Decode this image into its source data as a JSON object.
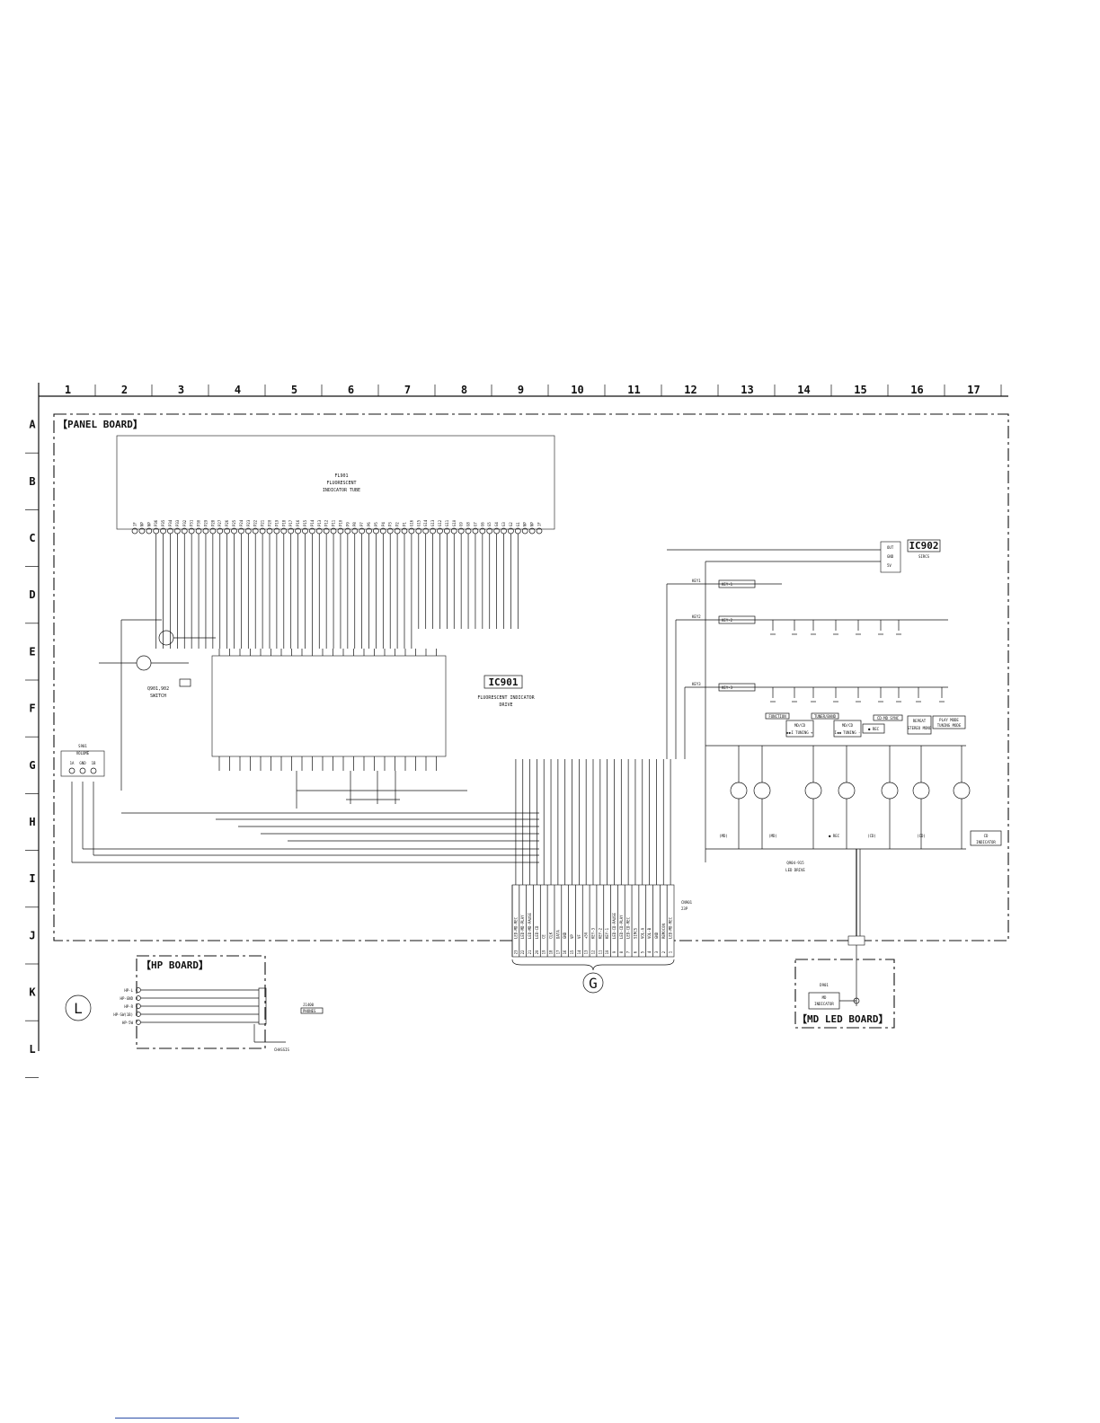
{
  "grid": {
    "columns": [
      "1",
      "2",
      "3",
      "4",
      "5",
      "6",
      "7",
      "8",
      "9",
      "10",
      "11",
      "12",
      "13",
      "14",
      "15",
      "16",
      "17"
    ],
    "rows": [
      "A",
      "B",
      "C",
      "D",
      "E",
      "F",
      "G",
      "H",
      "I",
      "J",
      "K",
      "L"
    ]
  },
  "boards": {
    "panel": "【PANEL BOARD】",
    "hp": "【HP BOARD】",
    "md_led": "【MD LED BOARD】"
  },
  "fl901": {
    "ref": "FL901",
    "desc1": "FLUORESCENT",
    "desc2": "INDICATOR TUBE",
    "pins": [
      "1F",
      "NP",
      "NP",
      "P36",
      "P35",
      "P34",
      "P33",
      "P32",
      "P31",
      "P30",
      "P29",
      "P28",
      "P27",
      "P26",
      "P25",
      "P24",
      "P23",
      "P22",
      "P21",
      "P20",
      "P19",
      "P18",
      "P17",
      "P16",
      "P15",
      "P14",
      "P13",
      "P12",
      "P11",
      "P10",
      "P9",
      "P8",
      "P7",
      "P6",
      "P5",
      "P4",
      "P3",
      "P2",
      "P1",
      "G16",
      "G15",
      "G14",
      "G13",
      "G12",
      "G11",
      "G10",
      "G9",
      "G8",
      "G7",
      "G6",
      "G5",
      "G4",
      "G3",
      "G2",
      "G1",
      "NP",
      "NP",
      "1F"
    ]
  },
  "ic901": {
    "name": "IC901",
    "desc1": "FLUORESCENT INDICATOR",
    "desc2": "DRIVE"
  },
  "ic902": {
    "name": "IC902",
    "desc": "SIRCS",
    "pins": [
      "OUT",
      "GND",
      "5V"
    ]
  },
  "q901": {
    "label1": "Q901,902",
    "label2": "SWITCH"
  },
  "volume": {
    "ref": "S901",
    "name": "VOLUME",
    "pins": [
      "1A",
      "GND",
      "1B"
    ]
  },
  "keys": {
    "lines": [
      "KEY1",
      "KEY2",
      "KEY3"
    ],
    "tags": [
      "KEY-1",
      "KEY-2",
      "KEY-3"
    ]
  },
  "key_buttons": [
    {
      "label1": "MD/CD",
      "label2": "▶▶I TUNING +"
    },
    {
      "label1": "MD/CD",
      "label2": "I◀◀ TUNING -"
    },
    {
      "label1": "● REC",
      "label2": ""
    },
    {
      "label1": "REPEAT",
      "label2": "STEREO MONO"
    },
    {
      "label1": "PLAY MODE",
      "label2": "TUNING MODE"
    }
  ],
  "key_tags": [
    "FUNCTION",
    "TUNER/BAND",
    "CD-MD SYNC"
  ],
  "led_drive": {
    "label1": "Q904-915",
    "label2": "LED DRIVE",
    "led_marks": [
      "(MD)",
      "(MD)",
      "● REC",
      "(CD)",
      "(CD)"
    ],
    "cd_indicator1": "CD",
    "cd_indicator2": "INDICATOR"
  },
  "connector": {
    "ref": "CN901",
    "desc": "23P",
    "pins": [
      "23",
      "22",
      "21",
      "20",
      "19",
      "18",
      "17",
      "16",
      "15",
      "14",
      "13",
      "12",
      "11",
      "10",
      "9",
      "8",
      "7",
      "6",
      "5",
      "4",
      "3",
      "2",
      "1"
    ],
    "signals": [
      "LED-MD-REC",
      "LED-MD-PLAY",
      "LED-MD-PAUSE",
      "LED-CD",
      "CE",
      "CLK",
      "DATA",
      "GND",
      "VP",
      "VF",
      "+5V",
      "KEY-3",
      "KEY-2",
      "KEY-1",
      "LED-CD-PAUSE",
      "LED-CD-PLAY",
      "LED-CD-REC",
      "SIRCS",
      "VOL-A",
      "VOL-B",
      "GND",
      "REMOCON",
      "LED-MD-REC"
    ],
    "marker": "G"
  },
  "hp_board": {
    "signals": [
      "HP-L",
      "HP-GND",
      "HP-R",
      "HP-SW(1B)",
      "HP-5W"
    ],
    "jack_ref": "J1400",
    "jack_desc": "PHONES",
    "chassis": "CHASSIS",
    "marker": "L"
  },
  "md_led": {
    "ref": "D901",
    "indicator1": "MD",
    "indicator2": "INDICATOR"
  }
}
